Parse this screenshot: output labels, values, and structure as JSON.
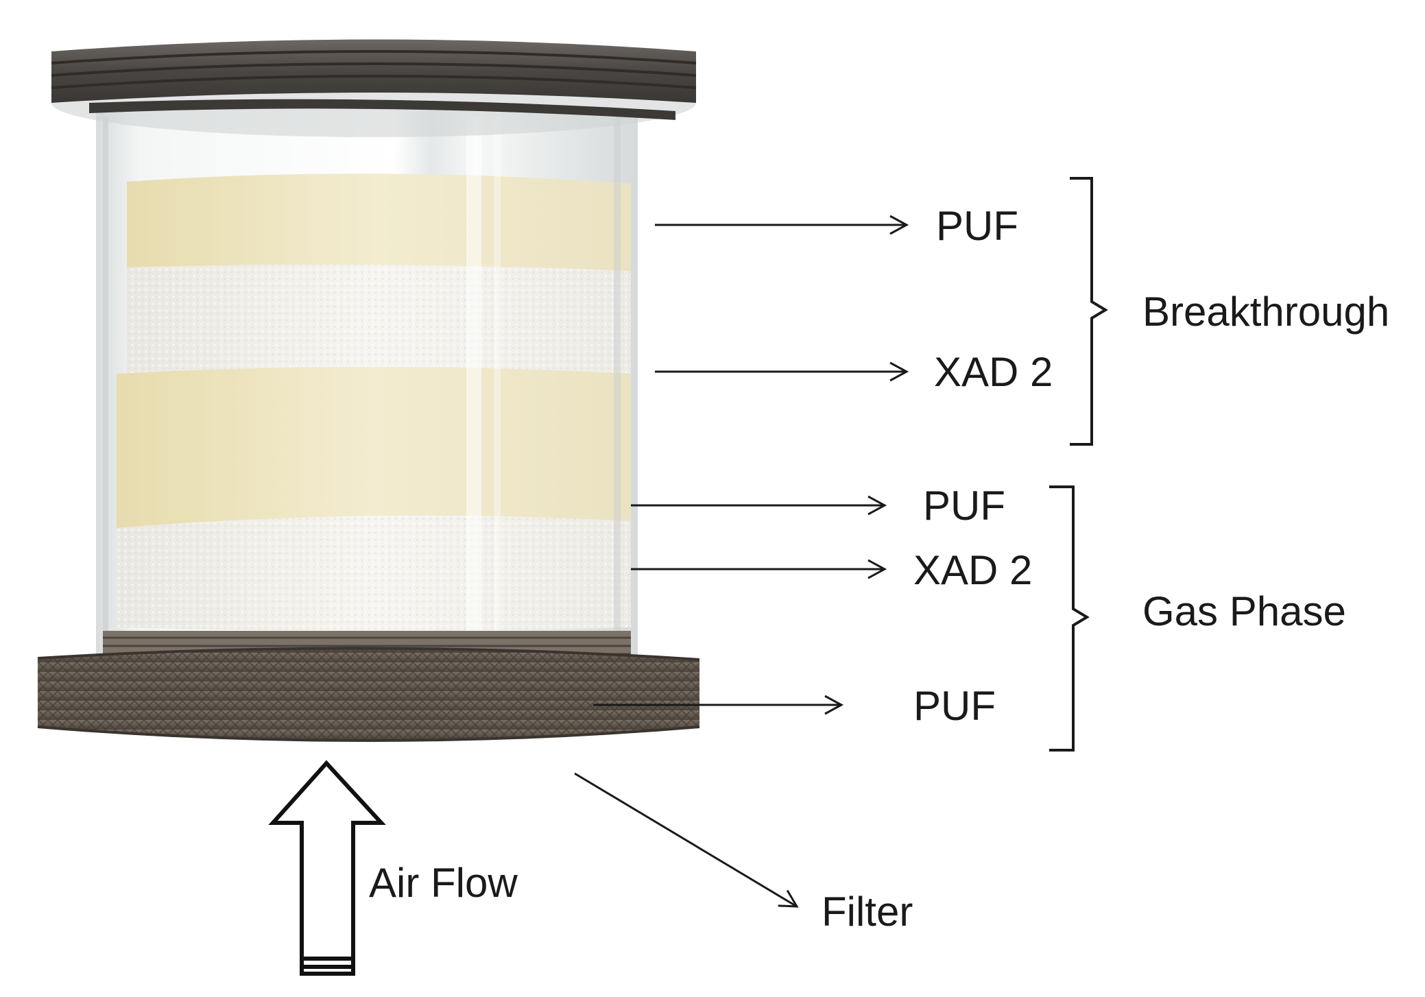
{
  "labels": {
    "breakthrough_puf": "PUF",
    "breakthrough_xad": "XAD 2",
    "breakthrough_group": "Breakthrough",
    "gas_puf": "PUF",
    "gas_xad": "XAD 2",
    "gas_puf_bottom": "PUF",
    "gas_group": "Gas Phase",
    "air_flow": "Air Flow",
    "filter": "Filter"
  },
  "colors": {
    "text": "#1a1a1a",
    "lid": "#55514d",
    "base": "#6b6157",
    "glass": "#eef1f1",
    "puf": "#efe6c4",
    "xad": "#f1f0ec"
  }
}
